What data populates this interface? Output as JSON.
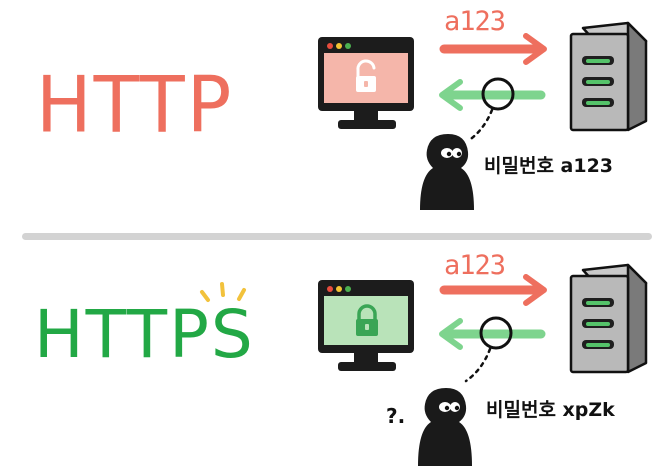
{
  "http_panel": {
    "protocol": "HTTP",
    "sent_value": "a123",
    "intercepted_label": "비밀번호 a123",
    "color": "#ee6f5e"
  },
  "https_panel": {
    "protocol": "HTTPS",
    "sent_value": "a123",
    "intercepted_label": "비밀번호 xpZk",
    "confused_mark": "?.",
    "color": "#22a845"
  },
  "icons": [
    "monitor-icon",
    "unlocked-padlock-icon",
    "locked-padlock-icon",
    "server-icon",
    "arrow-right-icon",
    "arrow-left-icon",
    "magnifier-icon",
    "eavesdropper-icon"
  ]
}
